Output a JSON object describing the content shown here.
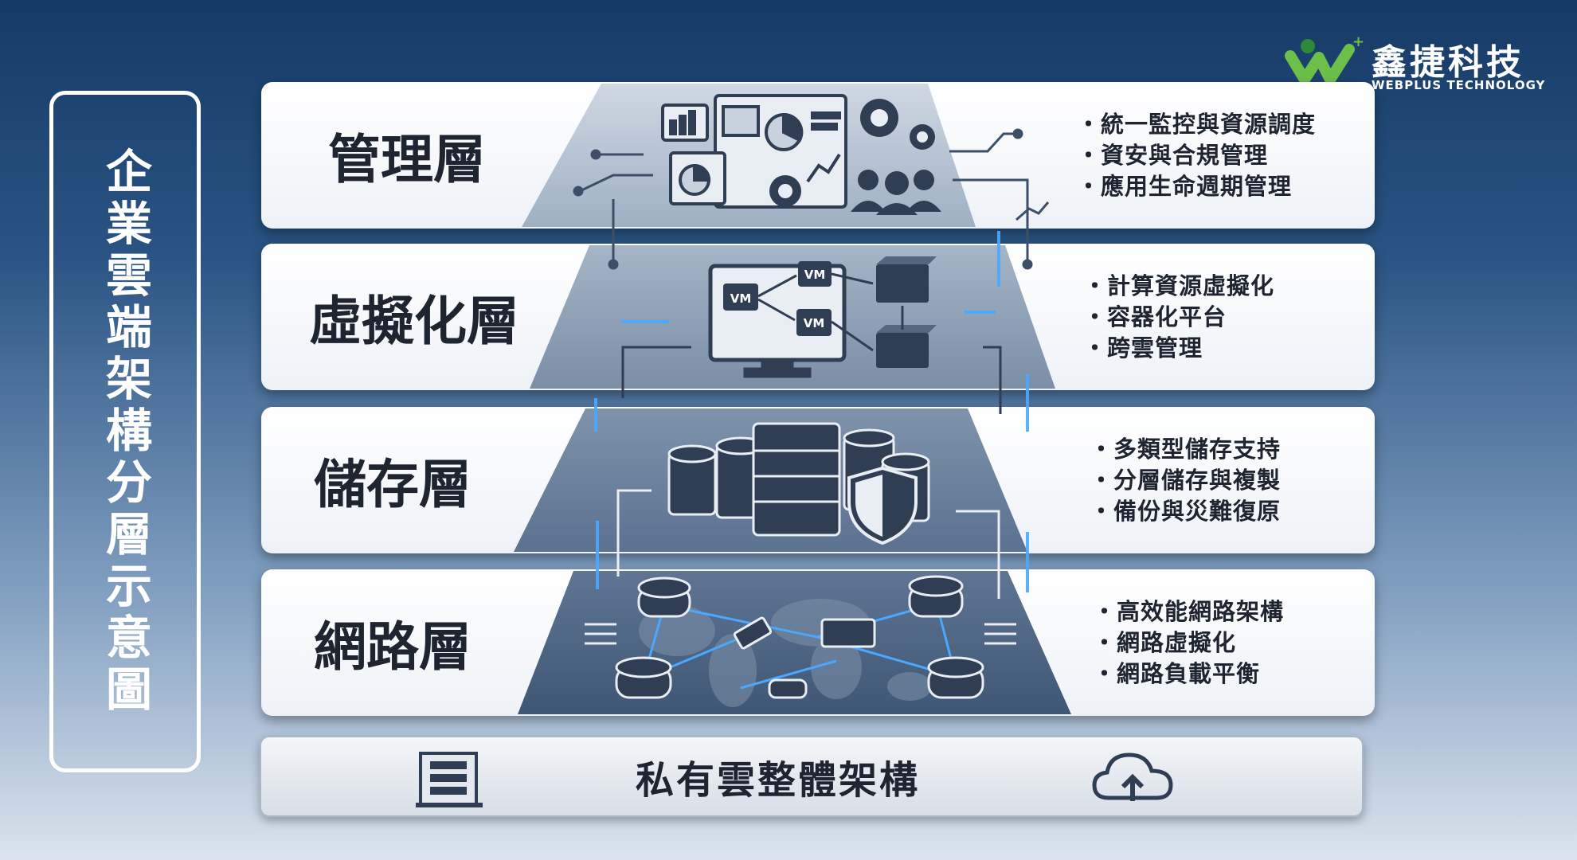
{
  "logo": {
    "name": "鑫捷科技",
    "sub": "WEBPLUS TECHNOLOGY"
  },
  "title": "企業雲端架構分層示意圖",
  "layers": [
    {
      "name": "管理層",
      "bullets": [
        "統一監控與資源調度",
        "資安與合規管理",
        "應用生命週期管理"
      ]
    },
    {
      "name": "虛擬化層",
      "bullets": [
        "計算資源虛擬化",
        "容器化平台",
        "跨雲管理"
      ]
    },
    {
      "name": "儲存層",
      "bullets": [
        "多類型儲存支持",
        "分層儲存與複製",
        "備份與災難復原"
      ]
    },
    {
      "name": "網路層",
      "bullets": [
        "高效能網路架構",
        "網路虛擬化",
        "網路負載平衡"
      ]
    }
  ],
  "base": {
    "title": "私有雲整體架構"
  },
  "diagram_labels": {
    "vm": "VM"
  },
  "icons": [
    "logo-icon",
    "dashboard-icon",
    "gear-icon",
    "users-icon",
    "monitor-icon",
    "vm-icon",
    "container-icon",
    "database-icon",
    "server-rack-icon",
    "shield-icon",
    "router-icon",
    "switch-icon",
    "world-map-icon",
    "building-icon",
    "cloud-upload-icon"
  ],
  "colors": {
    "accent": "#4aa8ff",
    "dark": "#1e2530",
    "logo_green": "#6cc04a"
  }
}
